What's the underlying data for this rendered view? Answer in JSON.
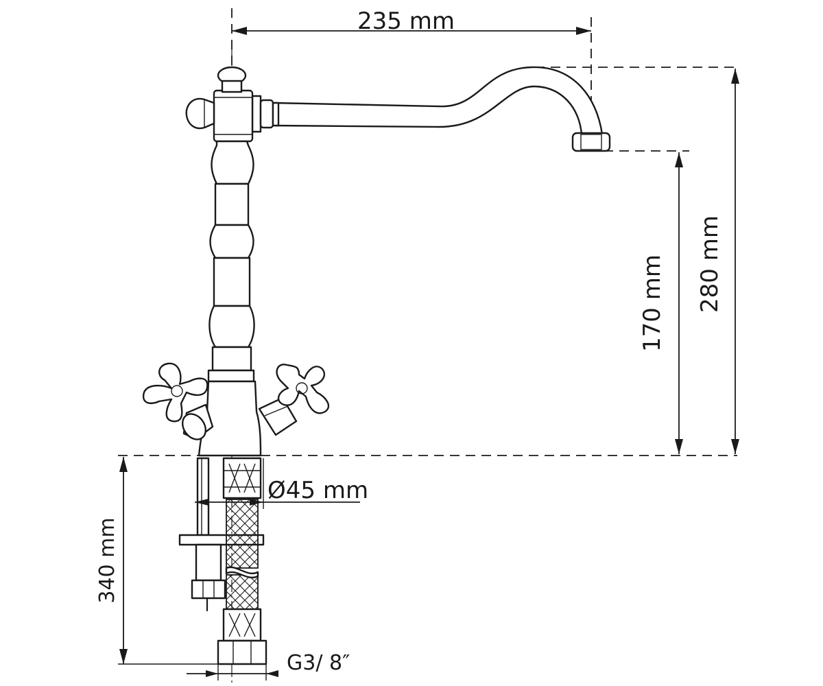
{
  "dimensions": {
    "spout_reach": "235 mm",
    "total_height": "280 mm",
    "spout_height": "170 mm",
    "tail_length": "340 mm",
    "hole_diameter": "Ø45 mm",
    "thread": "G3/ 8″"
  }
}
